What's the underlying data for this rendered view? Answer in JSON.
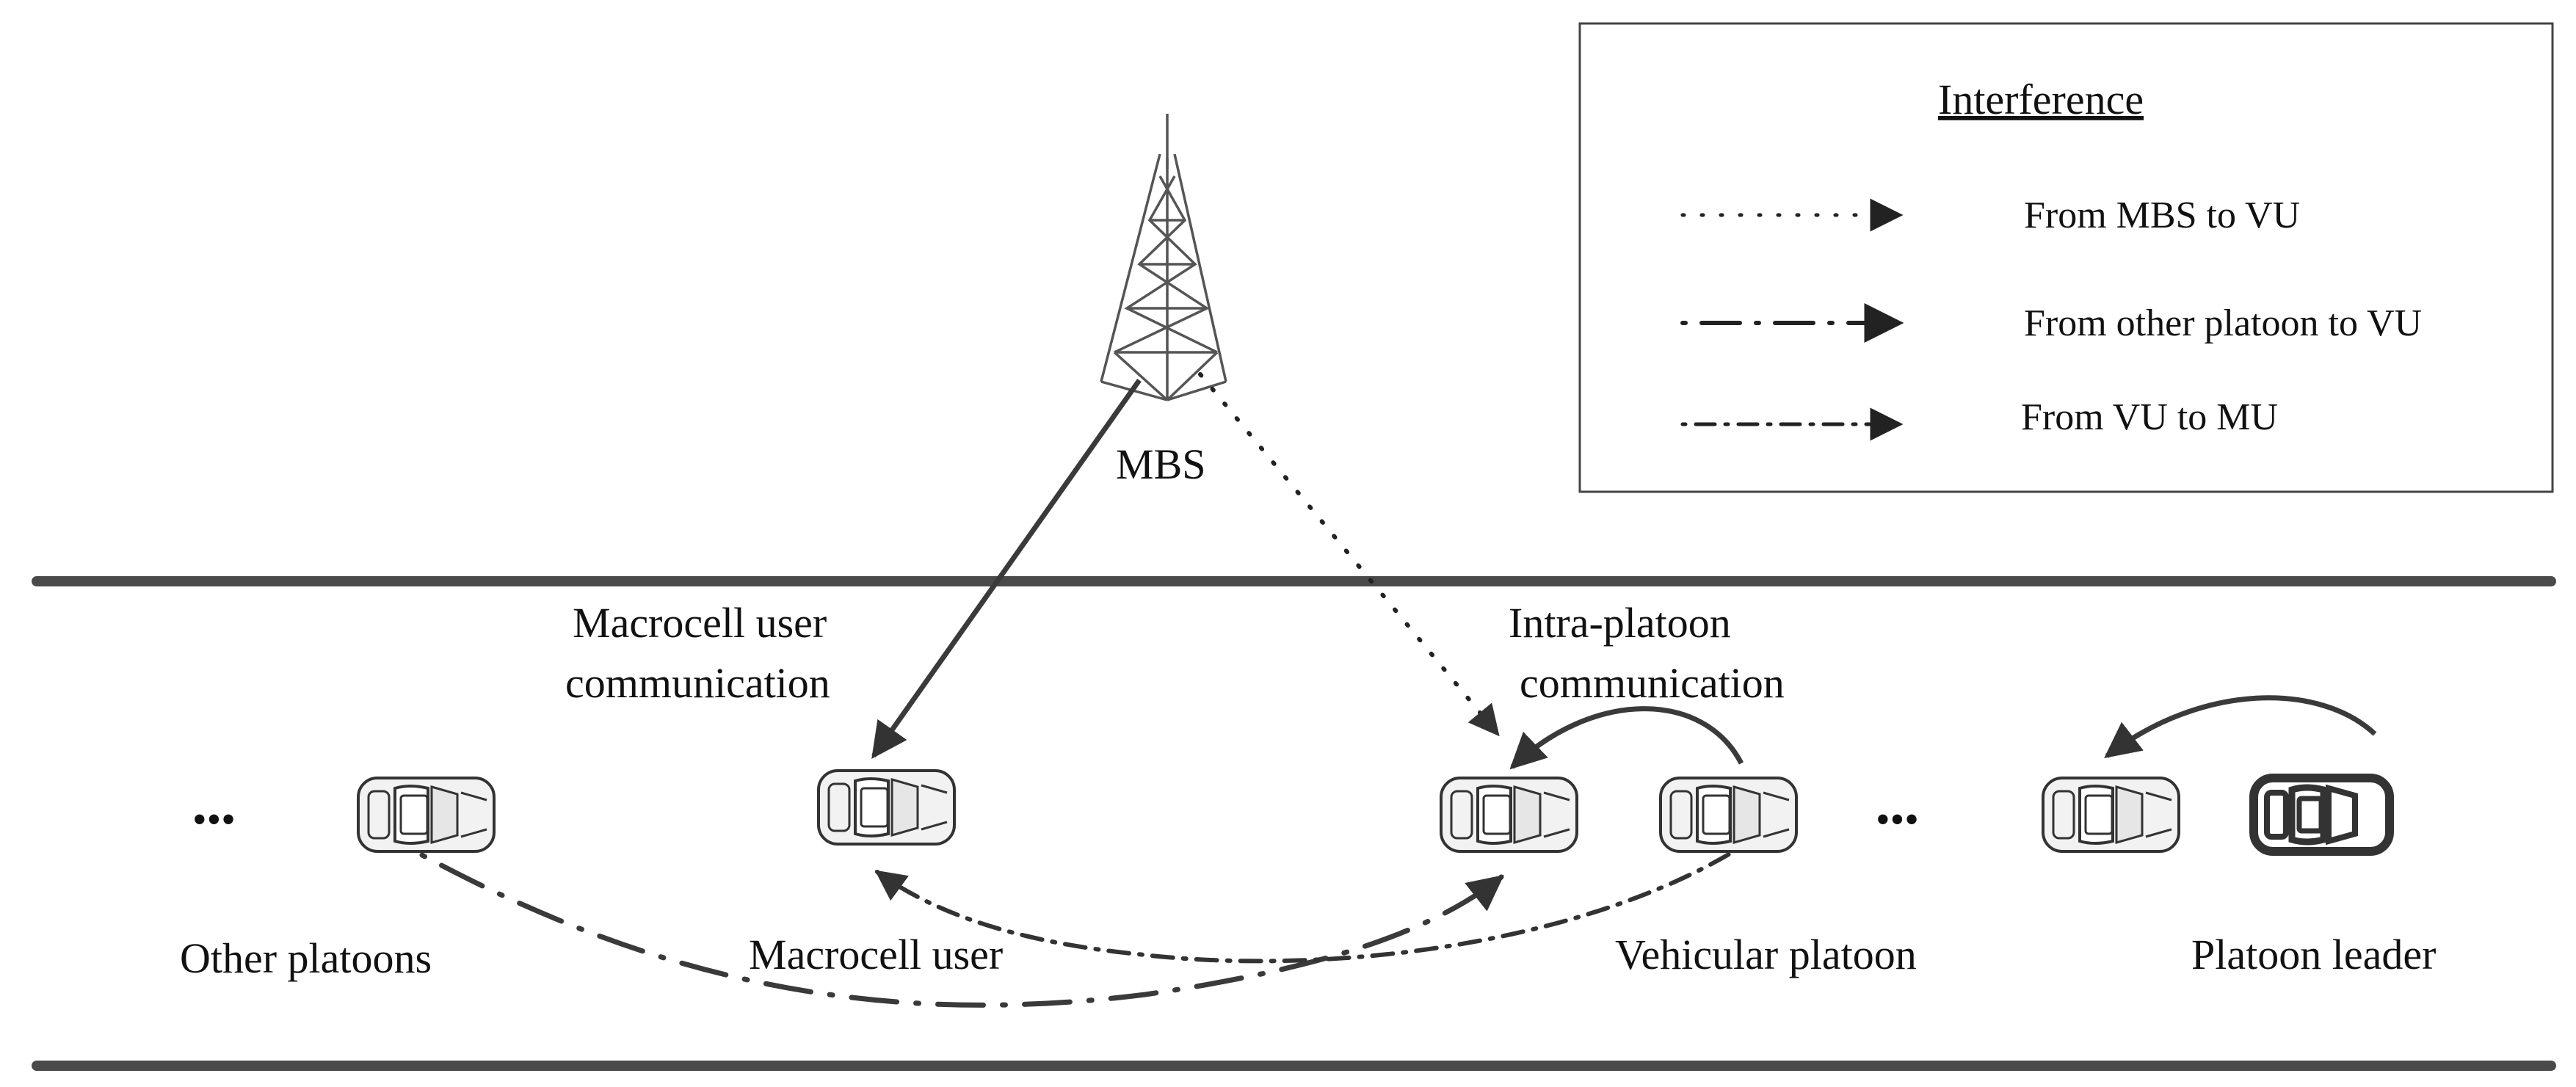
{
  "legend": {
    "title": "Interference",
    "items": [
      {
        "style": "dotted",
        "label": "From MBS to VU"
      },
      {
        "style": "dashed",
        "label": "From other platoon to VU"
      },
      {
        "style": "dash-dot",
        "label": "From VU to MU"
      }
    ]
  },
  "labels": {
    "mbs": "MBS",
    "macro_comm_1": "Macrocell user",
    "macro_comm_2": "communication",
    "intra_comm_1": "Intra-platoon",
    "intra_comm_2": "communication",
    "other_platoons": "Other platoons",
    "macrocell_user": "Macrocell user",
    "vehicular_platoon": "Vehicular platoon",
    "platoon_leader": "Platoon leader",
    "ellipsis": "•••"
  },
  "colors": {
    "line": "#3a3a3a",
    "road": "#4a4a4a",
    "car_fill": "#f2f2f2",
    "leader": "#333333"
  },
  "icons": [
    "tower-icon",
    "car-icon",
    "leader-car-icon"
  ]
}
